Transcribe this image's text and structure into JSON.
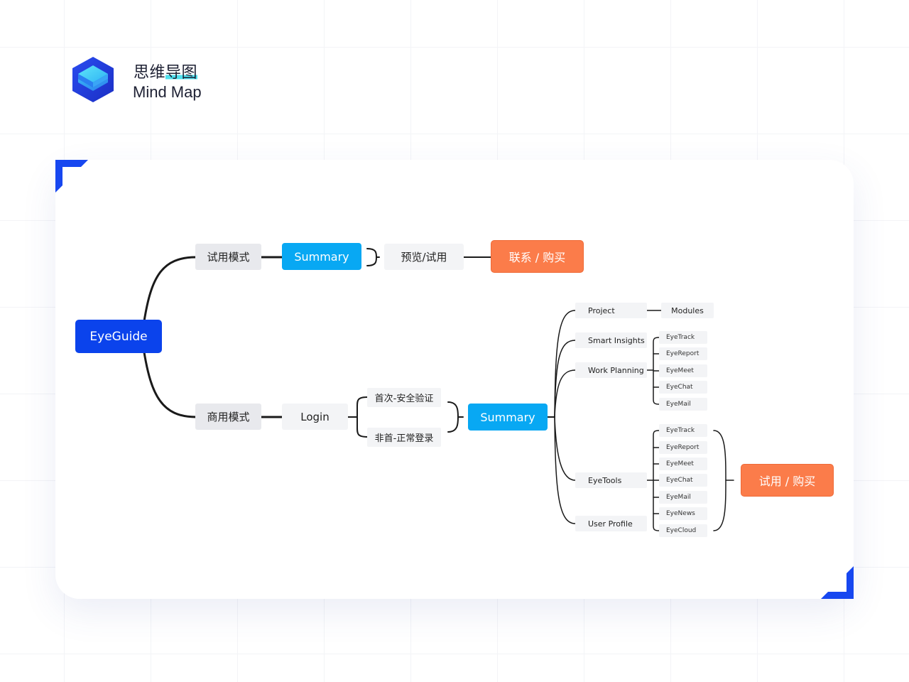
{
  "header": {
    "title_cn_part1": "思维",
    "title_cn_part2": "导图",
    "title_en": "Mind Map"
  },
  "colors": {
    "brand_blue": "#0b43ec",
    "summary_blue": "#08a8f3",
    "cta_orange": "#fb7c4a",
    "highlight_cyan": "#4fe0ee",
    "node_grey": "#e8e9ed",
    "line_dark": "#1a1a1a"
  },
  "mindmap": {
    "root": "EyeGuide",
    "trial": {
      "mode": "试用模式",
      "summary": "Summary",
      "preview": "预览/试用",
      "contact": "联系 / 购买"
    },
    "commercial": {
      "mode": "商用模式",
      "login": "Login",
      "first_login": "首次-安全验证",
      "normal_login": "非首-正常登录",
      "summary": "Summary",
      "project": "Project",
      "modules": "Modules",
      "smart_insights": "Smart Insights",
      "work_planning": "Work Planning",
      "eyetools": "EyeTools",
      "user_profile": "User Profile",
      "group1": [
        "EyeTrack",
        "EyeReport",
        "EyeMeet",
        "EyeChat",
        "EyeMail"
      ],
      "group2": [
        "EyeTrack",
        "EyeReport",
        "EyeMeet",
        "EyeChat",
        "EyeMail",
        "EyeNews",
        "EyeCloud"
      ],
      "cta": "试用 / 购买"
    }
  }
}
